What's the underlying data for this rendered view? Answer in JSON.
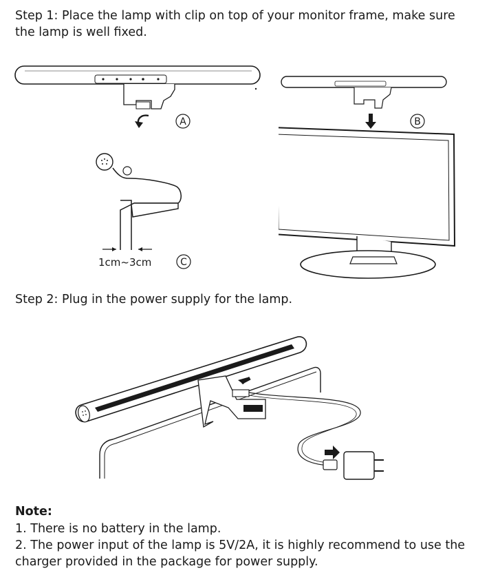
{
  "step1": {
    "line1": "Step 1: Place the lamp with clip on top of your monitor frame, make sure",
    "line2": "the lamp is well fixed."
  },
  "figure_a": {
    "marker": "A"
  },
  "figure_b": {
    "marker": "B"
  },
  "figure_c": {
    "marker": "C",
    "gap_label": "1cm~3cm"
  },
  "step2": {
    "text": "Step 2: Plug in the power supply for the lamp."
  },
  "note": {
    "title": "Note:",
    "lines": [
      "1. There is no battery in the lamp.",
      "2. The power input of the lamp is 5V/2A, it is highly recommend to use the",
      "charger provided in the package for power supply."
    ]
  }
}
